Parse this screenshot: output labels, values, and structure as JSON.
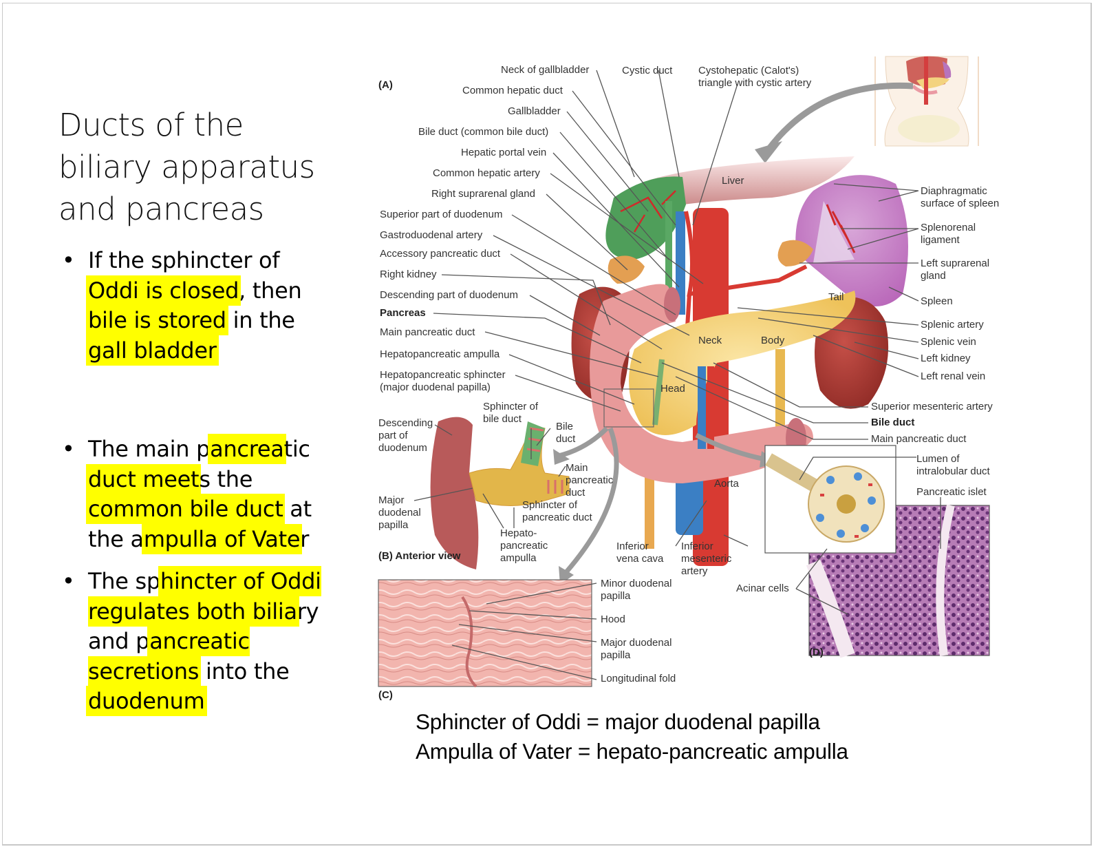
{
  "slide": {
    "title_lines": [
      "Ducts of the",
      "biliary apparatus",
      "and pancreas"
    ],
    "bullet_glyph": "•",
    "bullets": [
      {
        "segments": [
          {
            "text": "If the sphincter of ",
            "highlight": false
          },
          {
            "text": "Oddi is closed",
            "highlight": true
          },
          {
            "text": ", then ",
            "highlight": false
          },
          {
            "text": "bile is stored",
            "highlight": true
          },
          {
            "text": " in the ",
            "highlight": false
          },
          {
            "text": "gall bladder",
            "highlight": true
          }
        ]
      },
      {
        "segments": [
          {
            "text": "The main p",
            "highlight": false
          },
          {
            "text": "ancrea",
            "highlight": true
          },
          {
            "text": "tic ",
            "highlight": false
          },
          {
            "text": "duct meet",
            "highlight": true
          },
          {
            "text": "s the ",
            "highlight": false
          },
          {
            "text": "common bile duct",
            "highlight": true
          },
          {
            "text": " at the a",
            "highlight": false
          },
          {
            "text": "mpulla of Vate",
            "highlight": true
          },
          {
            "text": "r",
            "highlight": false
          }
        ]
      },
      {
        "segments": [
          {
            "text": "The sp",
            "highlight": false
          },
          {
            "text": "hincter of Oddi regulates both bilia",
            "highlight": true
          },
          {
            "text": "ry and p",
            "highlight": false
          },
          {
            "text": "ancreatic secretions",
            "highlight": true
          },
          {
            "text": " into the ",
            "highlight": false
          },
          {
            "text": "duodenum",
            "highlight": true
          }
        ]
      }
    ],
    "highlight_color": "#ffff00",
    "caption_lines": [
      "Sphincter of Oddi = major duodenal papilla",
      "Ampulla of Vater = hepato-pancreatic ampulla"
    ]
  },
  "figure": {
    "panels": {
      "a": "(A)",
      "b": "(B)  Anterior view",
      "c": "(C)",
      "d": "(D)"
    },
    "panel_a_left_labels": [
      "Neck of gallbladder",
      "Common hepatic duct",
      "Gallbladder",
      "Bile duct (common bile duct)",
      "Hepatic portal vein",
      "Common hepatic artery",
      "Right suprarenal gland",
      "Superior part of duodenum",
      "Gastroduodenal artery",
      "Accessory pancreatic duct",
      "Right kidney",
      "Descending part of duodenum",
      "Pancreas",
      "Main pancreatic duct",
      "Hepatopancreatic ampulla",
      "Hepatopancreatic sphincter",
      "(major duodenal papilla)"
    ],
    "panel_a_top_labels": [
      "Cystic duct",
      "Cystohepatic (Calot's)",
      "triangle with cystic artery"
    ],
    "panel_a_organ_labels": [
      "Liver",
      "Tail",
      "Neck",
      "Body",
      "Head",
      "Aorta"
    ],
    "panel_a_right_labels": [
      "Diaphragmatic",
      "surface of spleen",
      "Splenorenal",
      "ligament",
      "Left suprarenal",
      "gland",
      "Spleen",
      "Splenic artery",
      "Splenic vein",
      "Left kidney",
      "Left renal vein",
      "Superior mesenteric artery",
      "Bile duct",
      "Main pancreatic duct"
    ],
    "panel_a_bottom_labels": [
      "Inferior",
      "vena cava",
      "Inferior",
      "mesenteric",
      "artery"
    ],
    "panel_b_labels": [
      "Sphincter of",
      "bile duct",
      "Bile",
      "duct",
      "Descending",
      "part of",
      "duodenum",
      "Main",
      "pancreatic",
      "duct",
      "Major",
      "duodenal",
      "papilla",
      "Sphincter of",
      "pancreatic duct",
      "Hepato-",
      "pancreatic",
      "ampulla"
    ],
    "panel_c_labels": [
      "Minor duodenal",
      "papilla",
      "Hood",
      "Major duodenal",
      "papilla",
      "Longitudinal fold"
    ],
    "panel_d_labels": [
      "Lumen of",
      "intralobular duct",
      "Pancreatic islet",
      "Acinar cells"
    ],
    "colors": {
      "gallbladder": "#4f9e5a",
      "artery": "#d83a32",
      "vein": "#3b7fc4",
      "pancreas": "#f2cf72",
      "duodenum": "#e89a9a",
      "kidney": "#a63a32",
      "spleen": "#c27ac2",
      "liver": "#d9a5a5",
      "leader_line": "#555555",
      "arrow": "#9a9a9a",
      "histology": "#8a4a8f"
    }
  }
}
